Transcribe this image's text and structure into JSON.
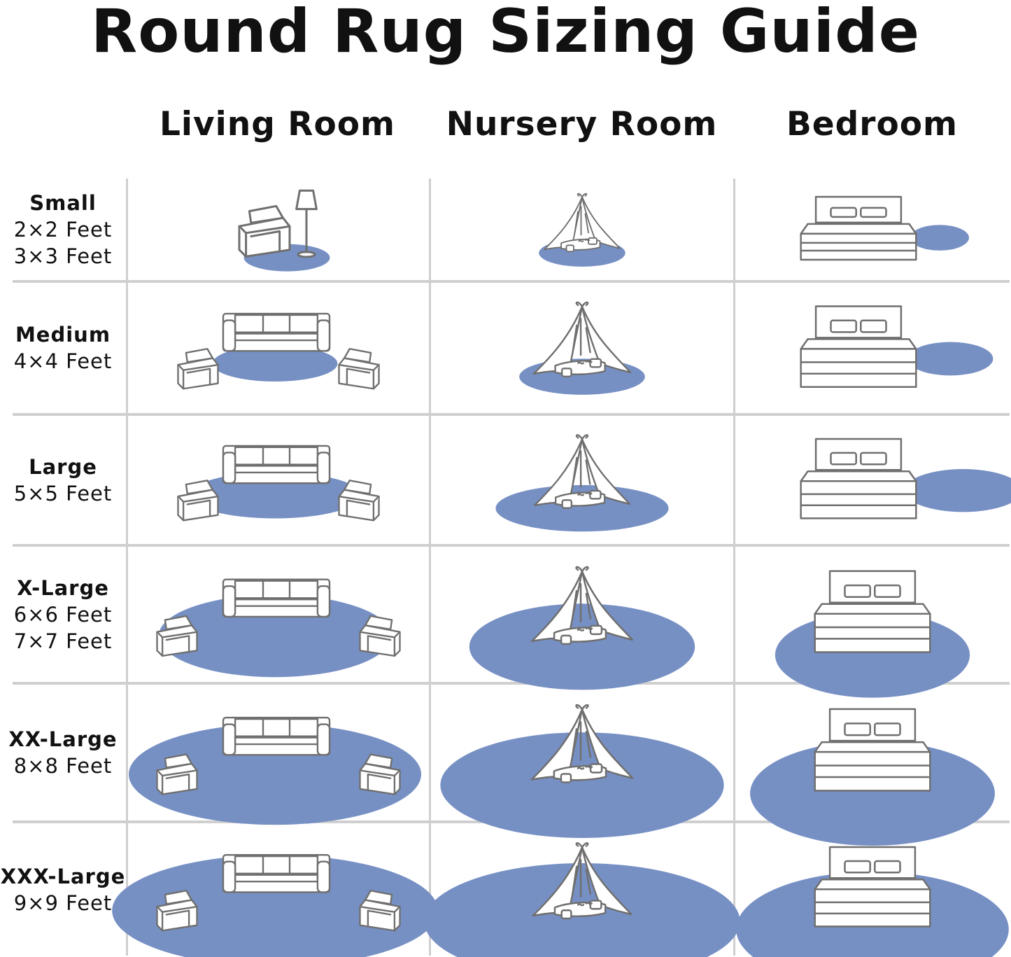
{
  "title": "Round Rug Sizing Guide",
  "columns": [
    "Living Room",
    "Nursery Room",
    "Bedroom"
  ],
  "rug_color": "#7790c4",
  "line_color": "#6f6f6f",
  "rows": [
    {
      "name": "Small",
      "sizes": [
        "2×2 Feet",
        "3×3 Feet"
      ],
      "rug_scale": 0.11
    },
    {
      "name": "Medium",
      "sizes": [
        "4×4 Feet"
      ],
      "rug_scale": 0.16
    },
    {
      "name": "Large",
      "sizes": [
        "5×5 Feet"
      ],
      "rug_scale": 0.22
    },
    {
      "name": "X-Large",
      "sizes": [
        "6×6 Feet",
        "7×7 Feet"
      ],
      "rug_scale": 0.35
    },
    {
      "name": "XX-Large",
      "sizes": [
        "8×8 Feet"
      ],
      "rug_scale": 0.44
    },
    {
      "name": "XXX-Large",
      "sizes": [
        "9×9 Feet"
      ],
      "rug_scale": 0.49
    }
  ]
}
